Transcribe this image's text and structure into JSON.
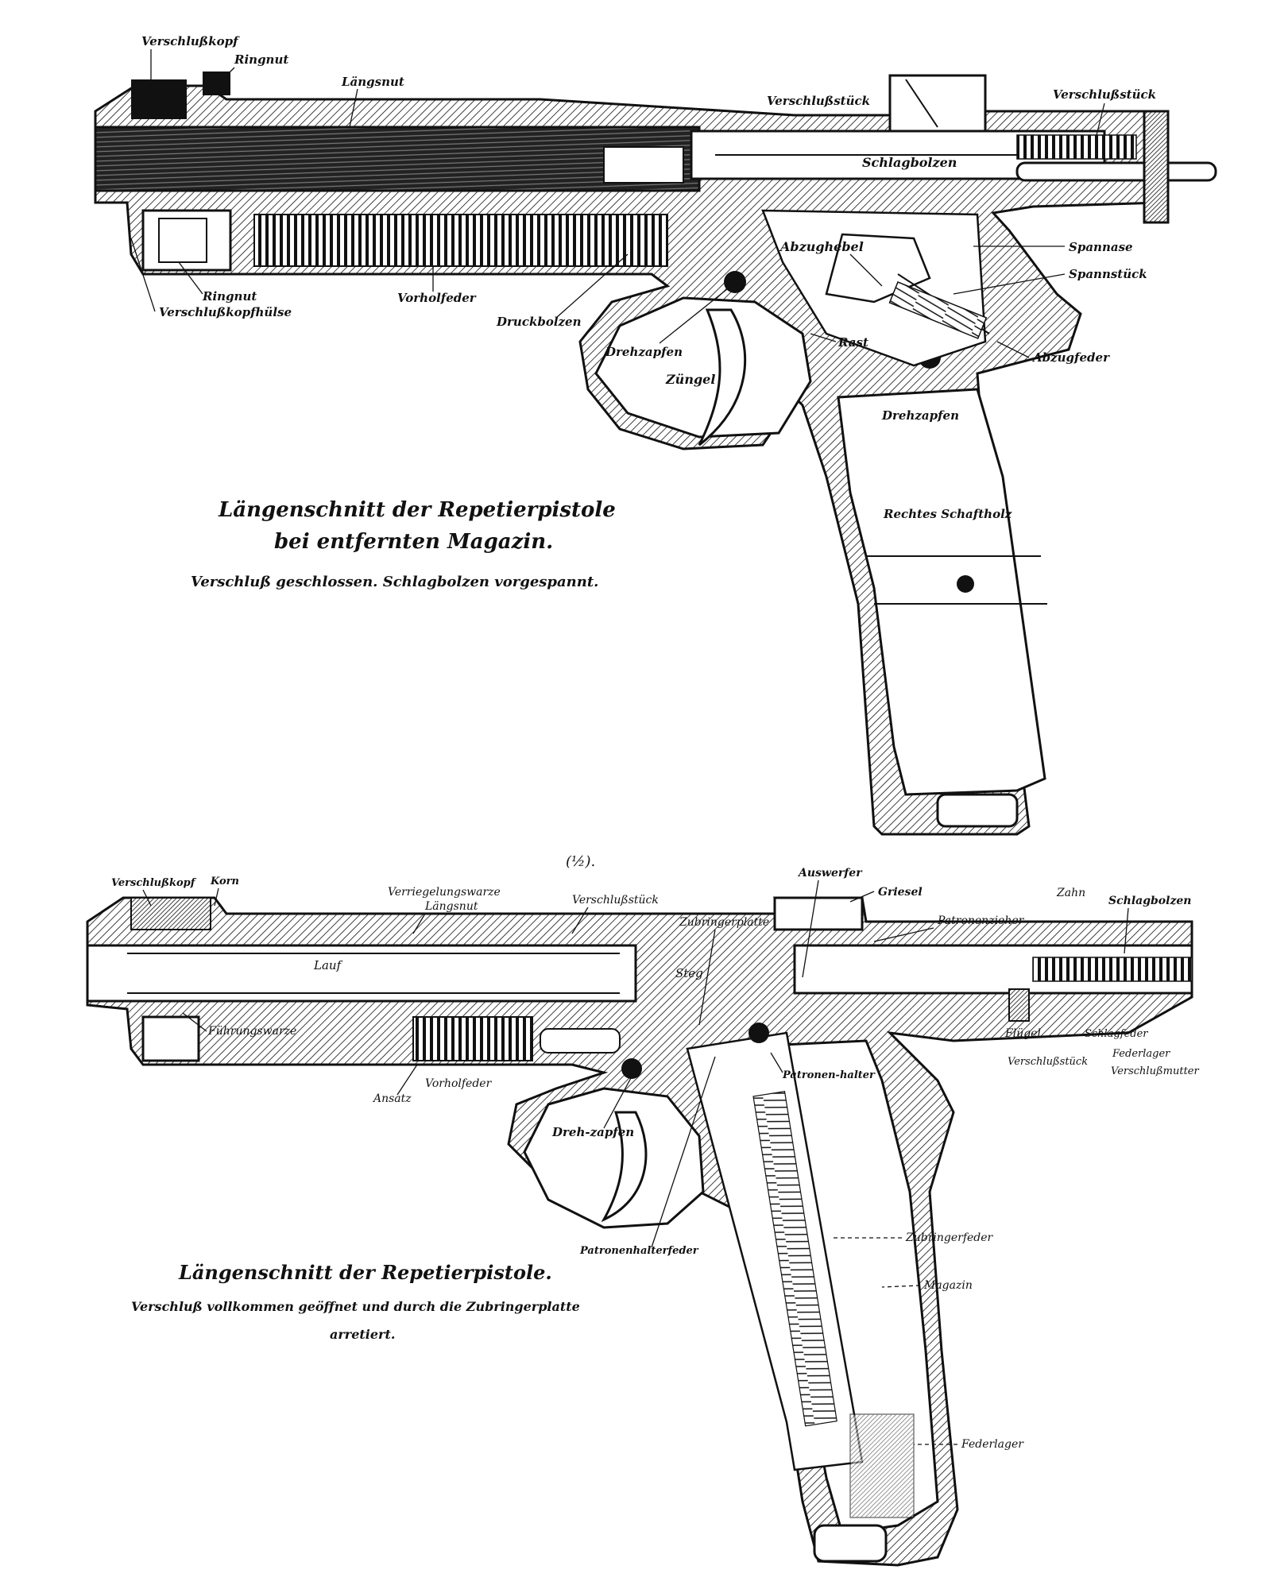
{
  "figure_top": {
    "caption": {
      "line1": "Längenschnitt der Repetierpistole",
      "line2": "bei entfernten Magazin.",
      "line3": "Verschluß geschlossen. Schlagbolzen vorgespannt."
    },
    "labels": {
      "verschlusskopf": "Verschlußkopf",
      "ringnut_top": "Ringnut",
      "laengsnut": "Längsnut",
      "verschlussstueck_a": "Verschlußstück",
      "verschlussstueck_b": "Verschlußstück",
      "schlagbolzen": "Schlagbolzen",
      "abzughebel": "Abzughebel",
      "spannase": "Spannase",
      "spannstueck": "Spannstück",
      "abzugfeder": "Abzugfeder",
      "rast": "Rast",
      "drehzapfen_a": "Drehzapfen",
      "drehzapfen_b": "Drehzapfen",
      "zuengel": "Züngel",
      "druckbolzen": "Druckbolzen",
      "vorholfeder": "Vorholfeder",
      "ringnut_bottom": "Ringnut",
      "verschlusskopfhuelse": "Verschlußkopfhülse",
      "rechtes_schaftholz": "Rechtes Schaftholz"
    }
  },
  "scale_note": "(½).",
  "figure_bottom": {
    "caption": {
      "line1": "Längenschnitt der Repetierpistole.",
      "line2": "Verschluß vollkommen geöffnet und durch die Zubringerplatte",
      "line3": "arretiert."
    },
    "labels": {
      "verschlusskopf": "Verschlußkopf",
      "korn": "Korn",
      "verriegelungswarze": "Verriegelungswarze",
      "laengsnut": "Längsnut",
      "verschlussstueck_top": "Verschlußstück",
      "auswerfer": "Auswerfer",
      "griesel": "Griesel",
      "zahn": "Zahn",
      "schlagbolzen": "Schlagbolzen",
      "patronenzieher": "Patronenzieher",
      "zubringerplatte": "Zubringerplatte",
      "lauf": "Lauf",
      "steg": "Steg",
      "fuehrungswarze": "Führungswarze",
      "fluegel": "Flügel",
      "schlagfeder": "Schlagfeder",
      "verschlussstueck_bottom": "Verschlußstück",
      "federlager_a": "Federlager",
      "verschlussmutter": "Verschlußmutter",
      "patronenhalter": "Patronen-halter",
      "ansatz": "Ansatz",
      "vorholfeder": "Vorholfeder",
      "drehzapfen": "Dreh-zapfen",
      "patronenhalterfeder": "Patronenhalterfeder",
      "zubringerfeder": "Zubringerfeder",
      "magazin": "Magazin",
      "federlager_b": "Federlager"
    }
  }
}
